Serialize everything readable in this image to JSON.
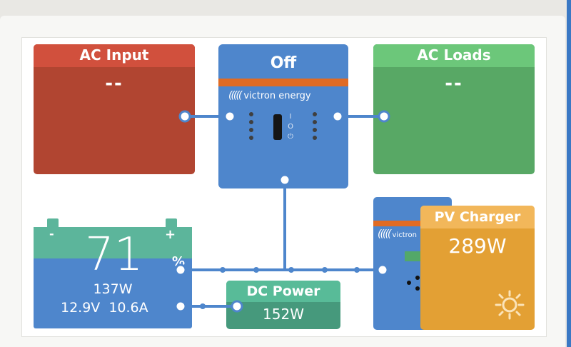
{
  "ac_input": {
    "title": "AC Input",
    "value": "--"
  },
  "inverter": {
    "state": "Off",
    "brand": "victron energy",
    "switch_top": "I",
    "switch_mid": "O",
    "switch_bottom": "⏻"
  },
  "ac_loads": {
    "title": "AC Loads",
    "value": "--"
  },
  "battery": {
    "soc": "71",
    "soc_unit": "%",
    "power": "137W",
    "voltage": "12.9V",
    "current": "10.6A",
    "minus": "-",
    "plus": "+"
  },
  "dc_power": {
    "title": "DC Power",
    "value": "152W"
  },
  "solar_device": {
    "brand": "victron"
  },
  "pv_charger": {
    "title": "PV Charger",
    "value": "289W",
    "icon": "sun-icon"
  },
  "colors": {
    "ac_input": "#b14531",
    "ac_input_header": "#d1503d",
    "ac_loads": "#58a865",
    "ac_loads_header": "#6cc77a",
    "inverter": "#4e86cc",
    "accent_orange": "#e06b24",
    "battery_top": "#5cb59b",
    "dc_power": "#46997c",
    "pv_charger": "#e3a034",
    "pv_header": "#f2b75a"
  }
}
